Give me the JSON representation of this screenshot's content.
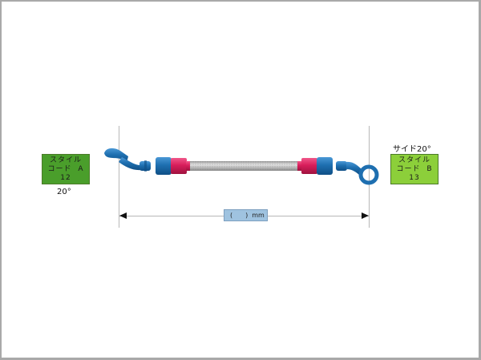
{
  "diagram": {
    "left_fitting": {
      "style_label": "スタイル",
      "code_label": "コード",
      "code_letter": "A",
      "code_number": "12",
      "angle": "20°",
      "box_color": "#4a9e2b"
    },
    "right_fitting": {
      "side_label": "サイド20°",
      "style_label": "スタイル",
      "code_label": "コード",
      "code_letter": "B",
      "code_number": "13",
      "box_color": "#8ccf3a"
    },
    "dimension": {
      "open_paren": "(",
      "close_paren": ")",
      "unit": "mm",
      "value": ""
    },
    "colors": {
      "fitting_blue": "#1e6fb0",
      "collar_red": "#d81e5b",
      "hose_steel": "#b0b0b0"
    }
  }
}
